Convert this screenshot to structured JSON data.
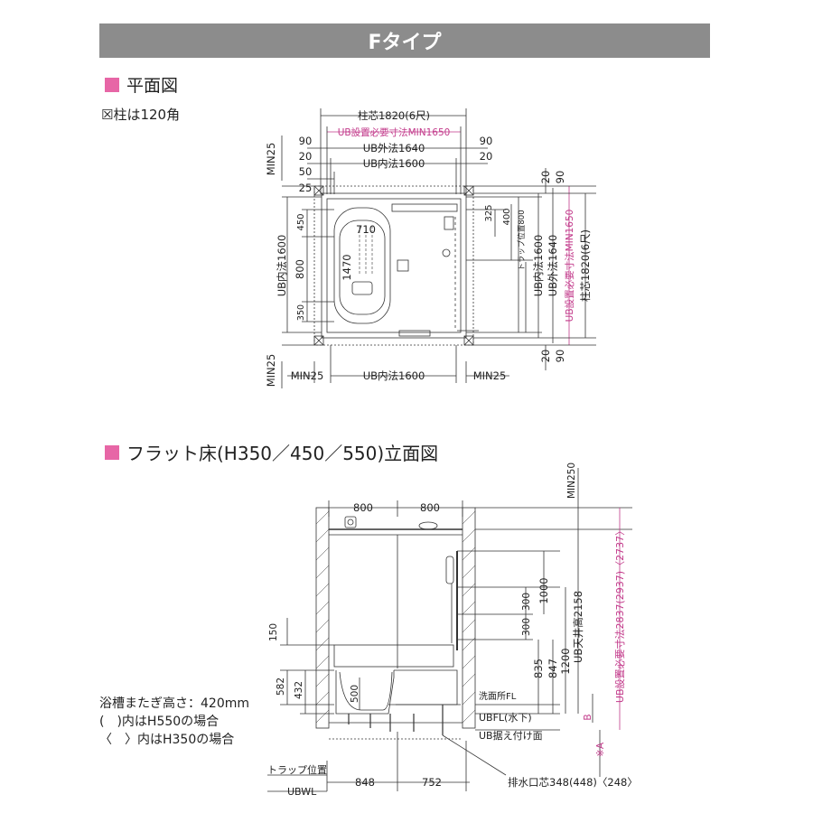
{
  "colors": {
    "banner": "#8c8c8c",
    "accent": "#e766a6",
    "pink_text": "#c2398a",
    "line": "#333333"
  },
  "banner": {
    "title": "Fタイプ"
  },
  "plan": {
    "section_title": "平面図",
    "pillar_note": "☒柱は120角",
    "dims": {
      "pillar_center": "柱芯1820(6尺)",
      "ub_required": "UB設置必要寸法MIN1650",
      "ub_outer": "UB外法1640",
      "ub_inner": "UB内法1600",
      "n90": "90",
      "n20": "20",
      "n25": "25",
      "n50": "50",
      "min25": "MIN25",
      "n450": "450",
      "n800": "800",
      "n350": "350",
      "n710": "710",
      "n1470": "1470",
      "n325": "325",
      "n400": "400",
      "trap_pos": "トラップ位置800",
      "ub_inner_v": "UB内法1600",
      "ub_outer_v": "UB外法1640",
      "ub_required_v": "UB設置必要寸法MIN1650",
      "pillar_center_v": "柱芯1820(6尺)"
    }
  },
  "elevation": {
    "section_title": "フラット床(H350／450／550)立面図",
    "notes": [
      "浴槽またぎ高さ：420mm",
      "(　)内はH550の場合",
      "〈　〉内はH350の場合"
    ],
    "dims": {
      "n800a": "800",
      "n800b": "800",
      "min250": "MIN250",
      "n1000": "1000",
      "n300a": "300",
      "n300b": "300",
      "ceiling": "UB天井高2158",
      "install_req": "UB設置必要寸法2837(2937)〈2737〉",
      "n150": "150",
      "n582": "582",
      "n432": "432",
      "n500": "500",
      "n835": "835",
      "n847": "847",
      "n1200": "1200",
      "wash_fl": "洗面所FL",
      "b_mark": "B",
      "ubfl": "UBFL(水下)",
      "ub_install_face": "UB据え付け面",
      "a_mark": "※A",
      "trap_pos": "トラップ位置",
      "ubwl": "UBWL",
      "n848": "848",
      "n752": "752",
      "drain": "排水口芯348(448)〈248〉"
    }
  }
}
